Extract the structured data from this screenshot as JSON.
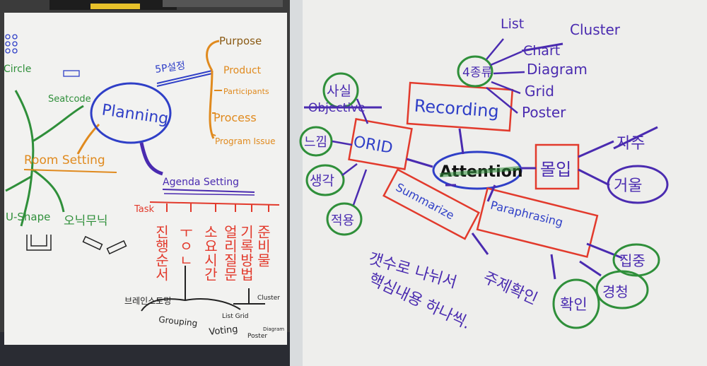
{
  "photo": {
    "colors": {
      "blue": "#2f3fc7",
      "purple": "#4a2bb0",
      "orange": "#e08a1e",
      "red": "#e23a2c",
      "green": "#2f8f3a",
      "black": "#222222",
      "paper": "#f2f2f0",
      "background": "#3b3b3b"
    }
  },
  "left_chart": {
    "center": "Planning",
    "five_p": "5P설정",
    "five_p_items": [
      "Purpose",
      "Product",
      "Participants",
      "Process",
      "Program Issue"
    ],
    "seat_code": "Seatcode",
    "circle": "Circle",
    "room_setting": "Room Setting",
    "u_shape": "U-Shape",
    "ondul": "오닉무닉",
    "agenda": "Agenda Setting",
    "task": "Task",
    "agenda_columns": [
      "진행순서",
      "ㅜㅇㄴ",
      "소요시간",
      "얼리질문",
      "기록방법",
      "준비물"
    ],
    "bottom_left": "브레인스토밍",
    "grouping": "Grouping",
    "voting": "Voting",
    "list_grid": "List Grid",
    "poster": "Poster",
    "cluster_small": "Cluster",
    "diagram_small": "Diagram"
  },
  "right_chart": {
    "center": "Attention",
    "recording": "Recording",
    "recording_circle": "4종류",
    "recording_items": [
      "List",
      "Cluster",
      "Diagram",
      "Grid",
      "Poster"
    ],
    "crossed_cluster": "Chart",
    "orid": "ORID",
    "fact": "사실",
    "objective": "Objective",
    "feeling": "느낌",
    "thought": "생각",
    "apply": "적용",
    "summarize": "Summarize",
    "summary_line1": "갯수로 나뉘서",
    "summary_line2": "주제확인",
    "summary_line3": "핵심내용 하나씩.",
    "immersion": "몰입",
    "crossed_word": "자주",
    "mirror": "거울",
    "paraphrasing": "Paraphrasing",
    "focus": "집중",
    "listen": "경청",
    "confirm": "확인"
  }
}
